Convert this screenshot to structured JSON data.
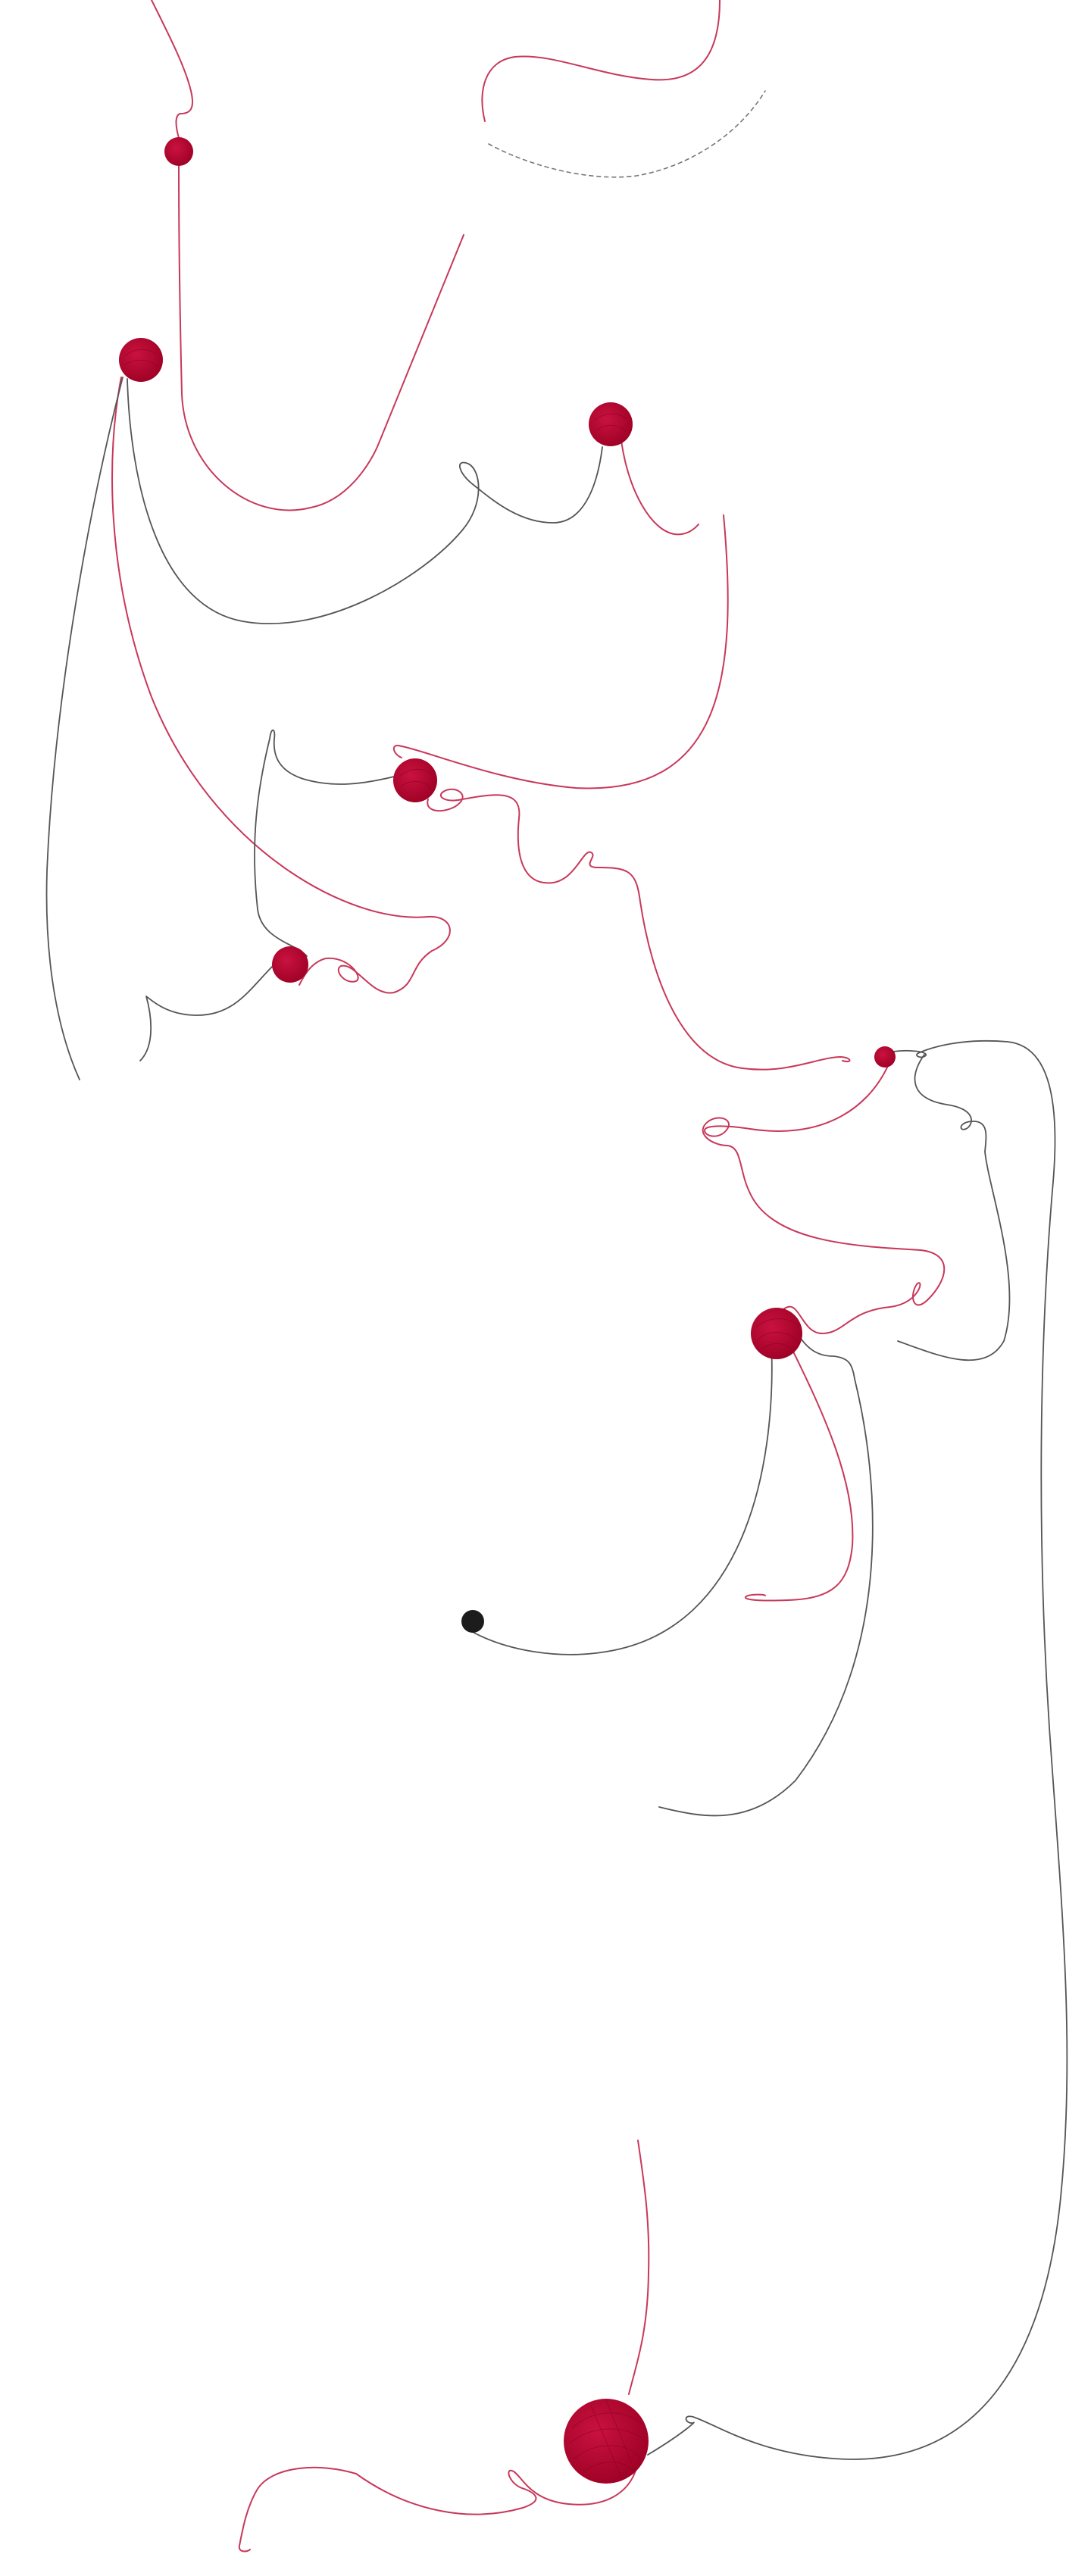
{
  "colors": {
    "background": "#ffffff",
    "yarn_red": "#b5002a",
    "yarn_red_dark": "#8a0022",
    "thread_red": "#c8385a",
    "thread_gray": "#555555",
    "dot_black": "#1c1c1c"
  },
  "yarn_balls": [
    {
      "id": "a",
      "size_class": "small"
    },
    {
      "id": "b",
      "size_class": "medium"
    },
    {
      "id": "c",
      "size_class": "medium"
    },
    {
      "id": "d",
      "size_class": "medium"
    },
    {
      "id": "e",
      "size_class": "medium"
    },
    {
      "id": "f",
      "size_class": "small"
    },
    {
      "id": "g",
      "size_class": "medium"
    },
    {
      "id": "h",
      "size_class": "large"
    }
  ],
  "end_dot": {
    "color_name": "black"
  }
}
